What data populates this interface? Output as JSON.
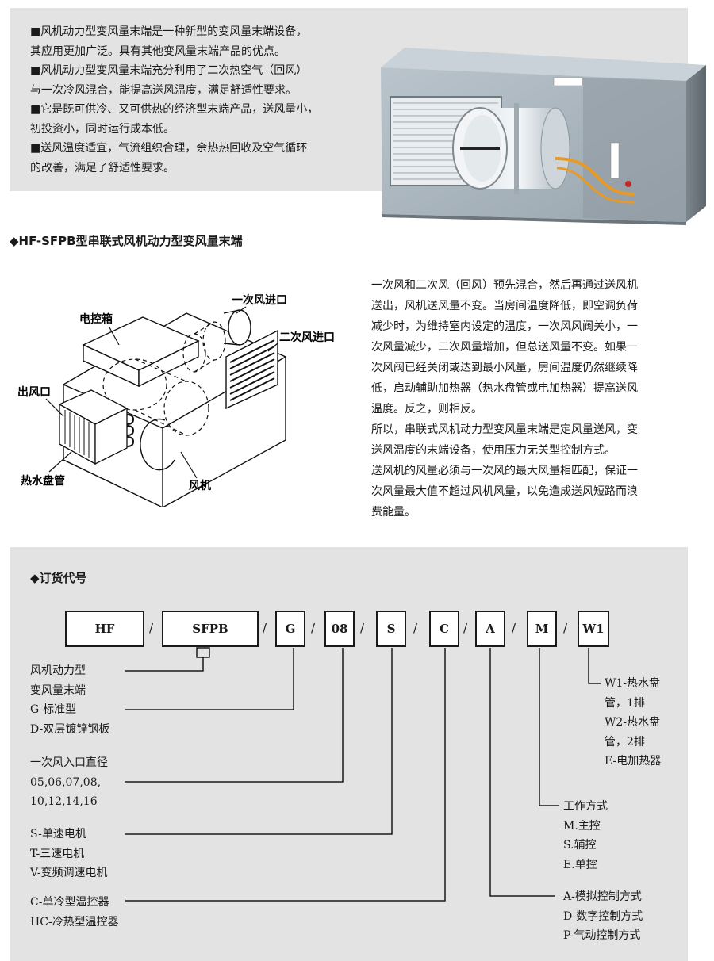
{
  "intro": {
    "paragraphs": [
      [
        "■风机动力型变风量末端是一种新型的变风量末端设备，",
        "其应用更加广泛。具有其他变风量末端产品的优点。"
      ],
      [
        "■风机动力型变风量末端充分利用了二次热空气（回风）",
        "与一次冷风混合，能提高送风温度，满足舒适性要求。"
      ],
      [
        "■它是既可供冷、又可供热的经济型末端产品，送风量小，",
        "初投资小，同时运行成本低。"
      ],
      [
        "■送风温度适宜，气流组织合理，余热热回收及空气循环",
        "的改善，满足了舒适性要求。"
      ]
    ]
  },
  "section1": {
    "title": "◆HF-SFPB型串联式风机动力型变风量末端"
  },
  "diagram": {
    "labels": {
      "control_box": "电控箱",
      "primary_inlet": "一次风进口",
      "secondary_inlet": "二次风进口",
      "outlet": "出风口",
      "hot_water_coil": "热水盘管",
      "fan": "风机"
    }
  },
  "description": {
    "lines": [
      "一次风和二次风（回风）预先混合，然后再通过送风机",
      "送出，风机送风量不变。当房间温度降低，即空调负荷",
      "减少时，为维持室内设定的温度，一次风风阀关小，一",
      "次风量减少，二次风量增加，但总送风量不变。如果一",
      "次风阀已经关闭或达到最小风量，房间温度仍然继续降",
      "低，启动辅助加热器（热水盘管或电加热器）提高送风",
      "温度。反之，则相反。",
      "所以，串联式风机动力型变风量末端是定风量送风，变",
      "送风温度的末端设备，使用压力无关型控制方式。",
      "送风机的风量必须与一次风的最大风量相匹配，保证一",
      "次风量最大值不超过风机风量，以免造成送风短路而浪",
      "费能量。"
    ]
  },
  "ordering": {
    "title": "◆订货代号",
    "codes": [
      "HF",
      "SFPB",
      "G",
      "08",
      "S",
      "C",
      "A",
      "M",
      "W1"
    ],
    "separator": "/",
    "left_labels": [
      [
        "风机动力型",
        "变风量末端"
      ],
      [
        "G-标准型",
        "D-双层镀锌钢板"
      ],
      [
        "一次风入口直径",
        "05,06,07,08,",
        "10,12,14,16"
      ],
      [
        "S-单速电机",
        "T-三速电机",
        "V-变频调速电机"
      ],
      [
        "C-单冷型温控器",
        "HC-冷热型温控器"
      ]
    ],
    "right_labels": [
      [
        "W1-热水盘",
        "管，1排",
        "W2-热水盘",
        "管，2排",
        "E-电加热器"
      ],
      [
        "工作方式",
        "M.主控",
        "S.辅控",
        "E.单控"
      ],
      [
        "A-模拟控制方式",
        "D-数字控制方式",
        "P-气动控制方式"
      ]
    ]
  }
}
